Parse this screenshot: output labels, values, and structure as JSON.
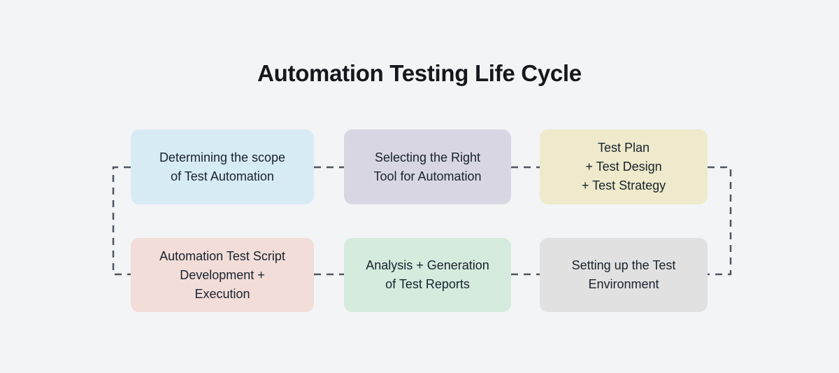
{
  "title": "Automation Testing Life Cycle",
  "colors": {
    "background": "#f3f4f6",
    "connector": "#4d5560",
    "title_text": "#14181d",
    "box_text": "#18222d"
  },
  "boxes": [
    {
      "label": "Determining the scope of Test Automation",
      "lines": [
        "Determining the scope",
        "of Test Automation"
      ],
      "color": "#d7ebf5"
    },
    {
      "label": "Selecting the Right Tool for Automation",
      "lines": [
        "Selecting the Right",
        "Tool for Automation"
      ],
      "color": "#d9d6e4"
    },
    {
      "label": "Test Plan + Test Design + Test Strategy",
      "lines": [
        "Test Plan",
        "+ Test Design",
        "+ Test Strategy"
      ],
      "color": "#eeeacb"
    },
    {
      "label": "Automation Test Script Development + Execution",
      "lines": [
        "Automation Test Script",
        "Development +",
        "Execution"
      ],
      "color": "#f2ddd9"
    },
    {
      "label": "Analysis + Generation of Test Reports",
      "lines": [
        "Analysis + Generation",
        "of Test Reports"
      ],
      "color": "#d4ebdd"
    },
    {
      "label": "Setting up the Test Environment",
      "lines": [
        "Setting up the Test",
        "Environment"
      ],
      "color": "#e1e1e1"
    }
  ]
}
